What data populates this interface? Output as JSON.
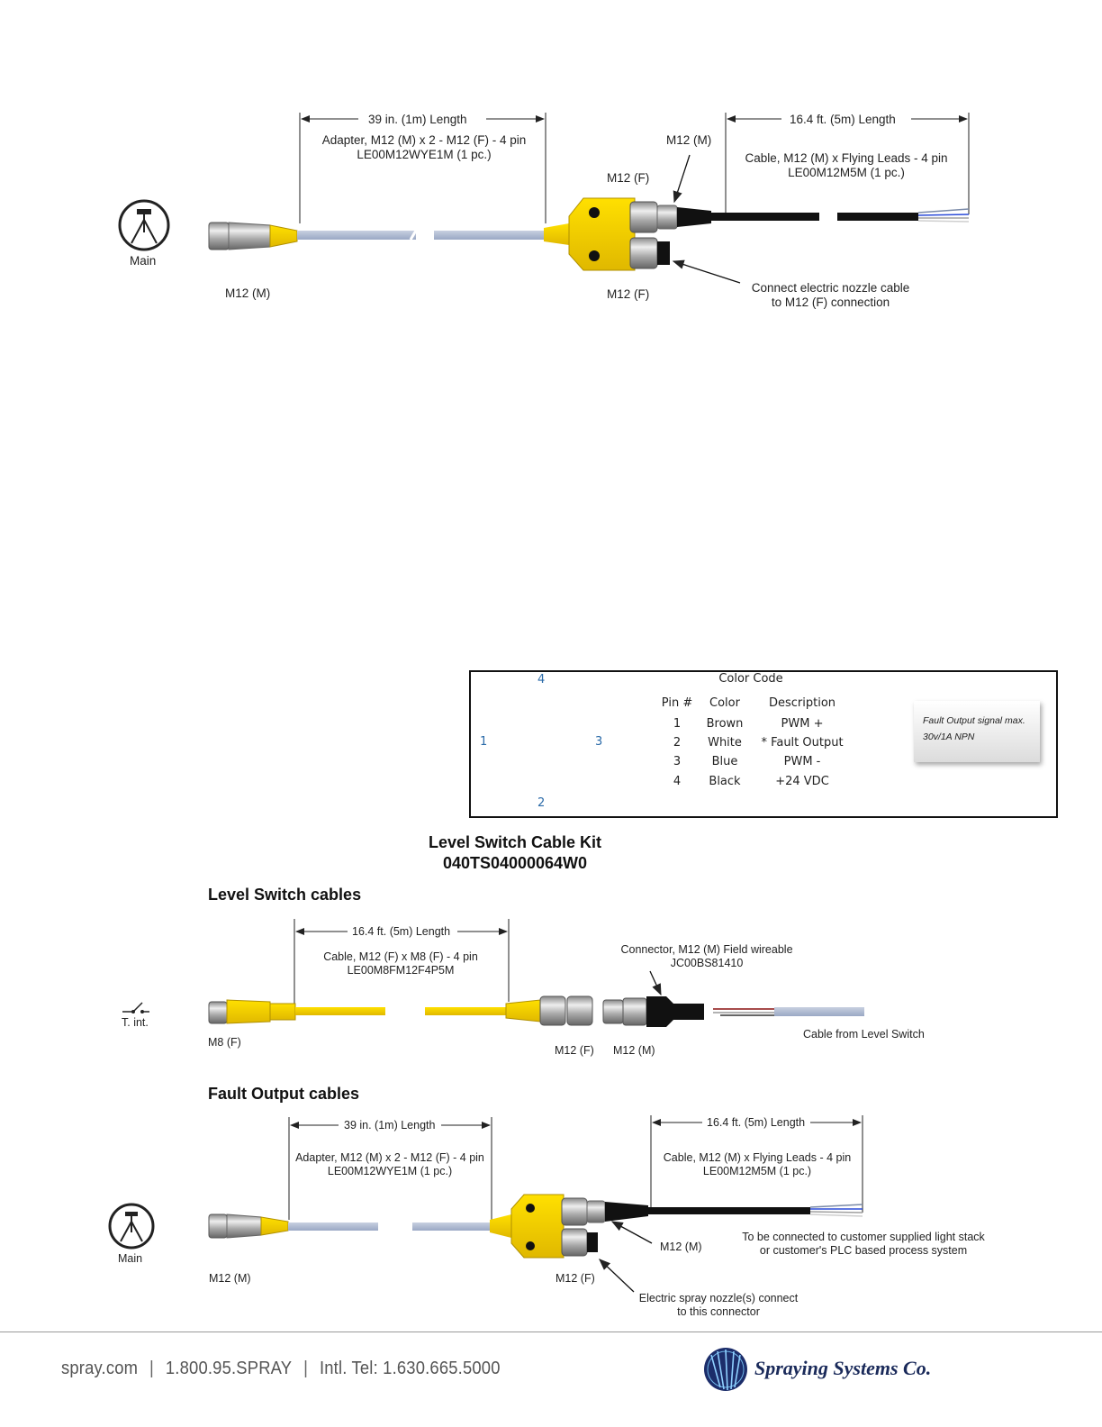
{
  "diagram1": {
    "len_left": "39 in. (1m) Length",
    "adapter_line1": "Adapter, M12 (M) x 2 - M12 (F) - 4 pin",
    "adapter_line2": "LE00M12WYE1M (1 pc.)",
    "len_right": "16.4 ft. (5m) Length",
    "cable_line1": "Cable, M12 (M) x Flying Leads - 4 pin",
    "cable_line2": "LE00M12M5M (1 pc.)",
    "m12m_top": "M12 (M)",
    "m12f_top": "M12 (F)",
    "m12f_bottom": "M12 (F)",
    "m12m_left": "M12 (M)",
    "connect_line1": "Connect electric nozzle cable",
    "connect_line2": "to M12 (F) connection",
    "main_label": "Main"
  },
  "color_code": {
    "pin_top": "4",
    "pin_left": "1",
    "pin_right": "3",
    "pin_bottom": "2",
    "title": "Color Code",
    "headers": [
      "Pin #",
      "Color",
      "Description"
    ],
    "rows": [
      {
        "pin": "1",
        "color": "Brown",
        "desc": "PWM +"
      },
      {
        "pin": "2",
        "color": "White",
        "desc": "* Fault Output"
      },
      {
        "pin": "3",
        "color": "Blue",
        "desc": "PWM -"
      },
      {
        "pin": "4",
        "color": "Black",
        "desc": "+24 VDC"
      }
    ],
    "note_line1": "Fault Output signal max.",
    "note_line2": "30v/1A NPN"
  },
  "kit": {
    "title": "Level Switch Cable Kit",
    "part": "040TS04000064W0"
  },
  "level_switch": {
    "heading": "Level Switch cables",
    "length": "16.4 ft. (5m) Length",
    "cable_line1": "Cable, M12 (F) x M8 (F) - 4 pin",
    "cable_line2": "LE00M8FM12F4P5M",
    "connector_line1": "Connector, M12 (M) Field wireable",
    "connector_line2": "JC00BS81410",
    "m8f": "M8 (F)",
    "m12f": "M12 (F)",
    "m12m": "M12 (M)",
    "from_switch": "Cable from Level Switch",
    "tint": "T. int."
  },
  "fault_output": {
    "heading": "Fault Output cables",
    "len_left": "39 in. (1m) Length",
    "adapter_line1": "Adapter, M12 (M) x 2 - M12 (F) - 4 pin",
    "adapter_line2": "LE00M12WYE1M (1 pc.)",
    "len_right": "16.4 ft. (5m) Length",
    "cable_line1": "Cable, M12 (M) x Flying Leads - 4 pin",
    "cable_line2": "LE00M12M5M (1 pc.)",
    "customer_line1": "To be connected to customer supplied light stack",
    "customer_line2": "or customer's PLC based process system",
    "m12m_right": "M12 (M)",
    "m12m_left": "M12 (M)",
    "m12f": "M12 (F)",
    "nozzle_line1": "Electric spray nozzle(s) connect",
    "nozzle_line2": "to this connector",
    "main_label": "Main"
  },
  "footer": {
    "site": "spray.com",
    "phone": "1.800.95.SPRAY",
    "intl": "Intl. Tel: 1.630.665.5000",
    "brand": "Spraying Systems Co."
  }
}
